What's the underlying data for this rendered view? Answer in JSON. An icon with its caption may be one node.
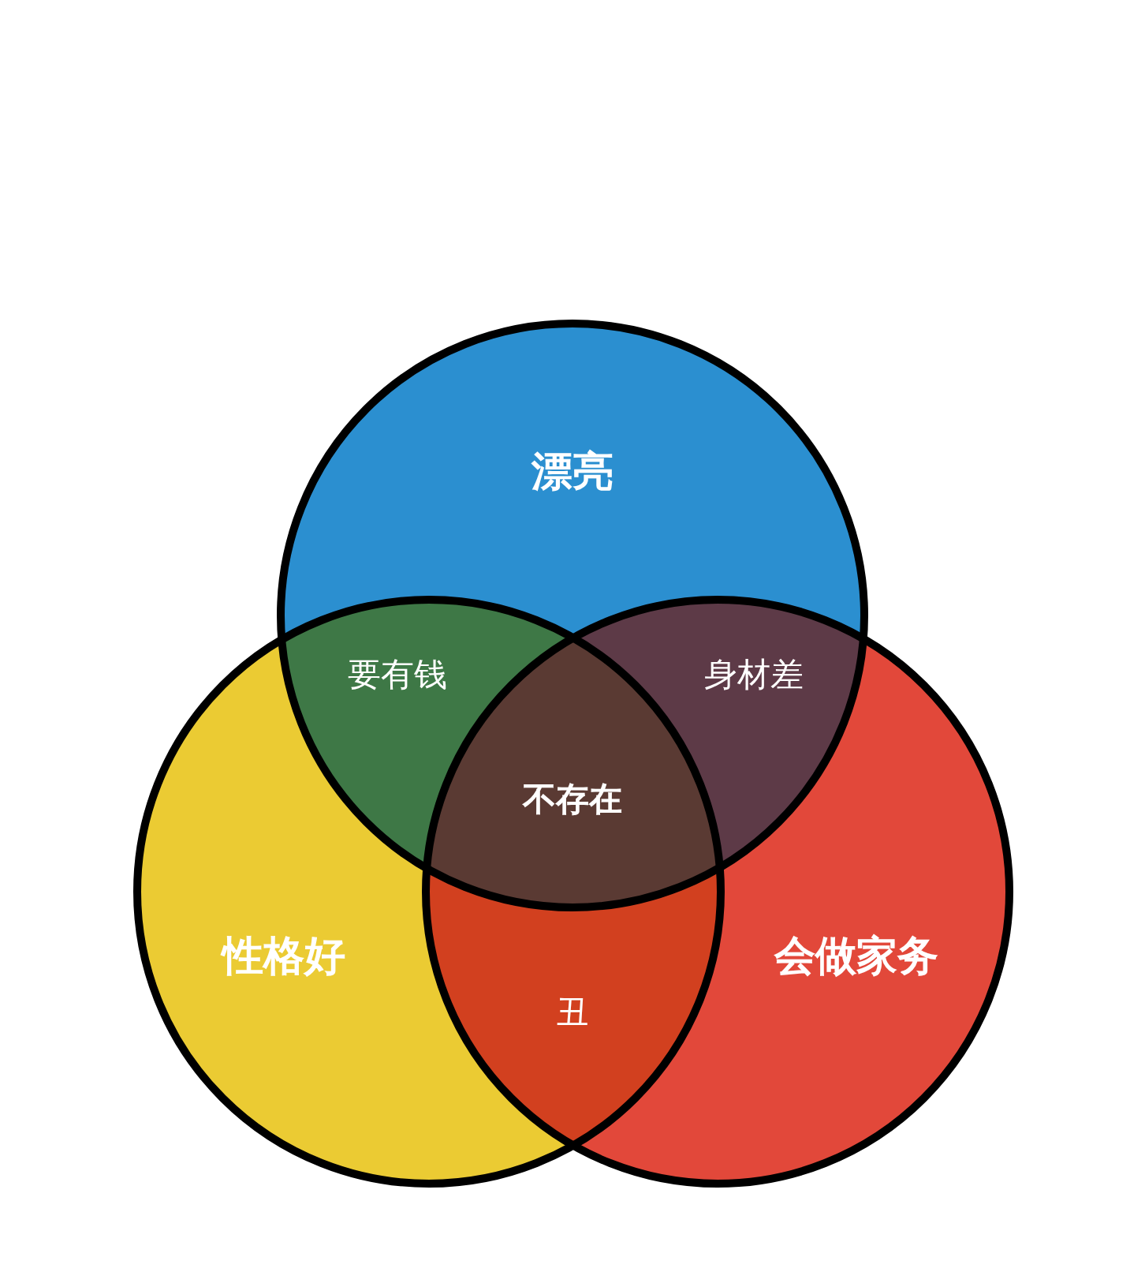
{
  "diagram": {
    "nodes": [
      {
        "text": [
          "漂亮"
        ]
      },
      {
        "text": [
          "性格好"
        ]
      },
      {
        "text": [
          "会做家务"
        ]
      }
    ],
    "labels": [
      "要有钱",
      "身材差",
      "不存在",
      "丑"
    ]
  }
}
